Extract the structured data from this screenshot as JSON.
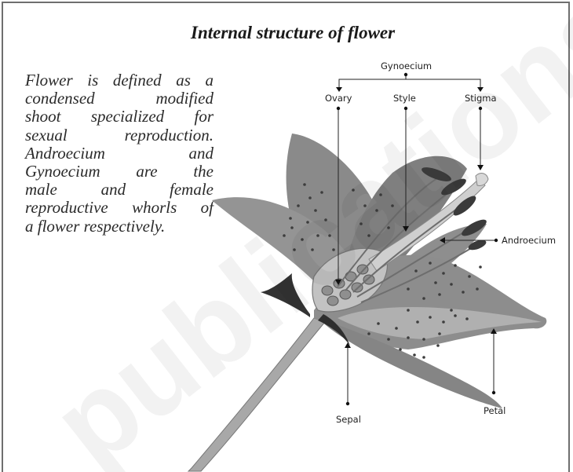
{
  "title": "Internal structure of flower",
  "description_lines": [
    "Flower is defined as a",
    "condensed modified",
    "shoot specialized for",
    "sexual reproduction.",
    "Androecium and",
    "Gynoecium are the",
    "male and female",
    "reproductive whorls of",
    "a flower respectively."
  ],
  "labels": {
    "gynoecium": "Gynoecium",
    "ovary": "Ovary",
    "style": "Style",
    "stigma": "Stigma",
    "androecium": "Androecium",
    "sepal": "Sepal",
    "petal": "Petal"
  },
  "watermark": "publications",
  "colors": {
    "petal": "#8c8c8c",
    "petal_light": "#b3b3b3",
    "dots": "#3d3d3d",
    "anther": "#3a3a3a",
    "frame": "#6f6f6f"
  }
}
